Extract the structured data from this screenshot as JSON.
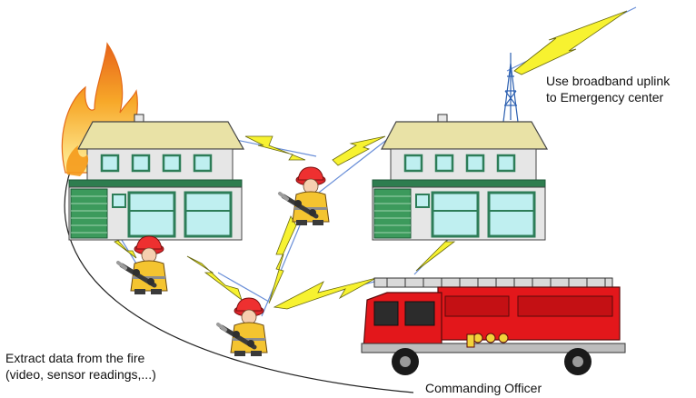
{
  "labels": {
    "uplink_line1": "Use broadband uplink",
    "uplink_line2": "to Emergency center",
    "extract_line1": "Extract data from the fire",
    "extract_line2": "(video, sensor readings,...)",
    "commanding_officer": "Commanding Officer"
  },
  "icons": {
    "burning_house": "house-on-fire-icon",
    "house": "house-icon",
    "antenna": "antenna-tower-icon",
    "firefighter": "firefighter-icon",
    "fire_truck": "fire-truck-icon",
    "wireless_link": "lightning-bolt-icon"
  },
  "colors": {
    "roof": "#e9e2a6",
    "wall": "#e8e8e8",
    "garage": "#3c9a5c",
    "window": "#bfeff0",
    "bolt": "#f7f230",
    "link_line": "#6a8fd8",
    "truck_red": "#e3171b",
    "flame_outer": "#f59a1b",
    "flame_inner": "#fde36a",
    "coat": "#f4c430"
  }
}
